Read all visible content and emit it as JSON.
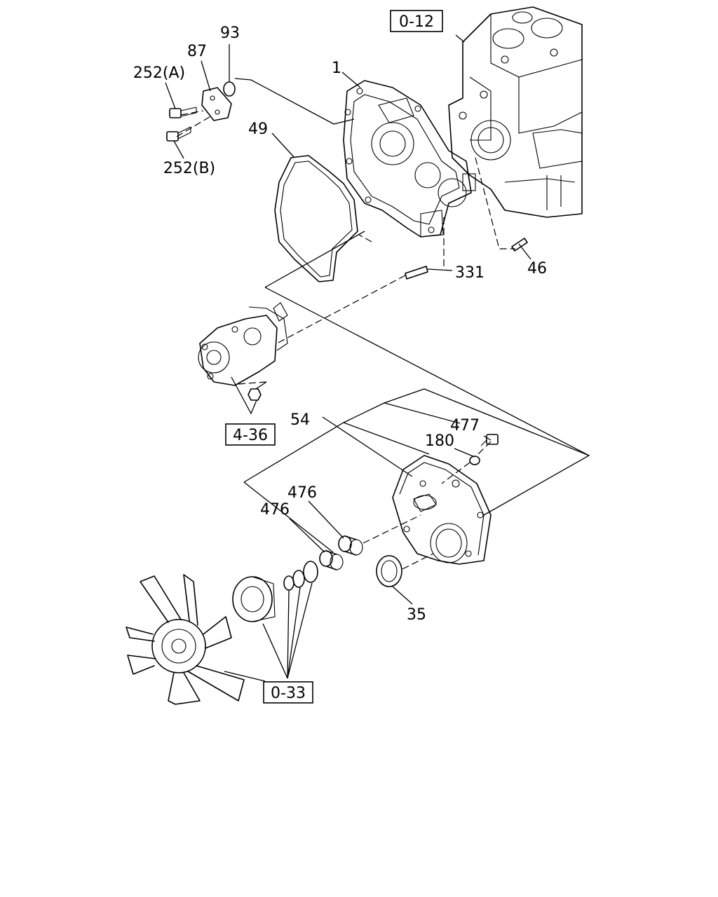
{
  "refs": {
    "ref_0_12": "0-12",
    "ref_4_36": "4-36",
    "ref_0_33": "0-33"
  },
  "callouts": {
    "c93": "93",
    "c87": "87",
    "c252a": "252(A)",
    "c252b": "252(B)",
    "c1": "1",
    "c49": "49",
    "c331": "331",
    "c46": "46",
    "c54": "54",
    "c477": "477",
    "c180": "180",
    "c476a": "476",
    "c476b": "476",
    "c35": "35"
  }
}
